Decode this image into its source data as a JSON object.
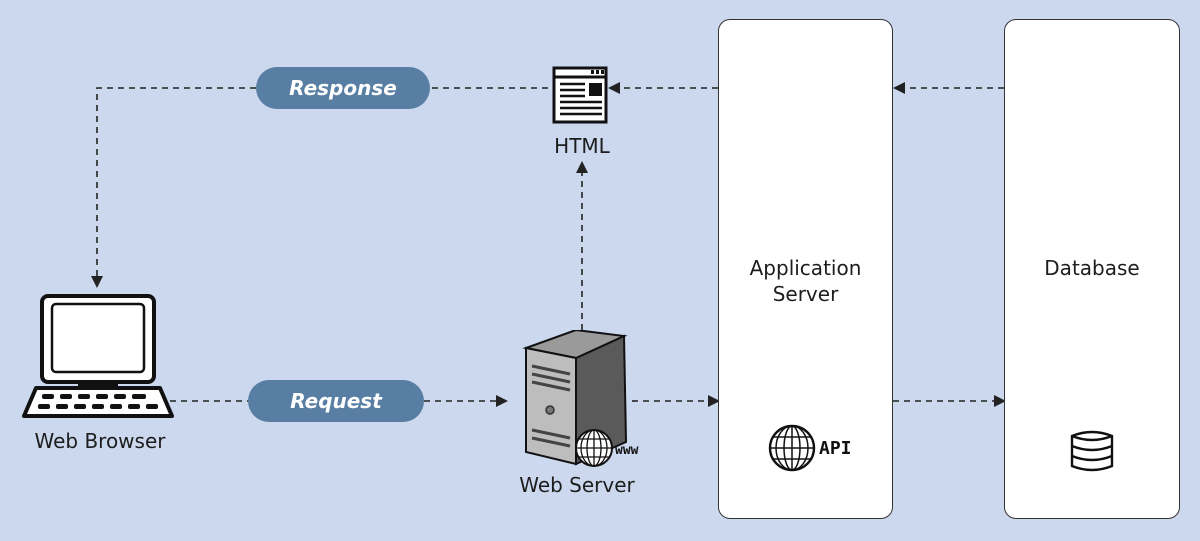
{
  "nodes": {
    "web_browser": "Web Browser",
    "web_server": "Web Server",
    "html": "HTML",
    "app_server_line1": "Application",
    "app_server_line2": "Server",
    "database": "Database",
    "api": "API",
    "www": "www"
  },
  "edges": {
    "request": "Request",
    "response": "Response"
  },
  "colors": {
    "background": "#cbd8ee",
    "pill": "#587fa3",
    "panel": "#ffffff",
    "line": "#222222"
  },
  "icons": [
    "laptop-icon",
    "server-tower-icon",
    "globe-icon",
    "html-document-icon",
    "database-icon"
  ]
}
